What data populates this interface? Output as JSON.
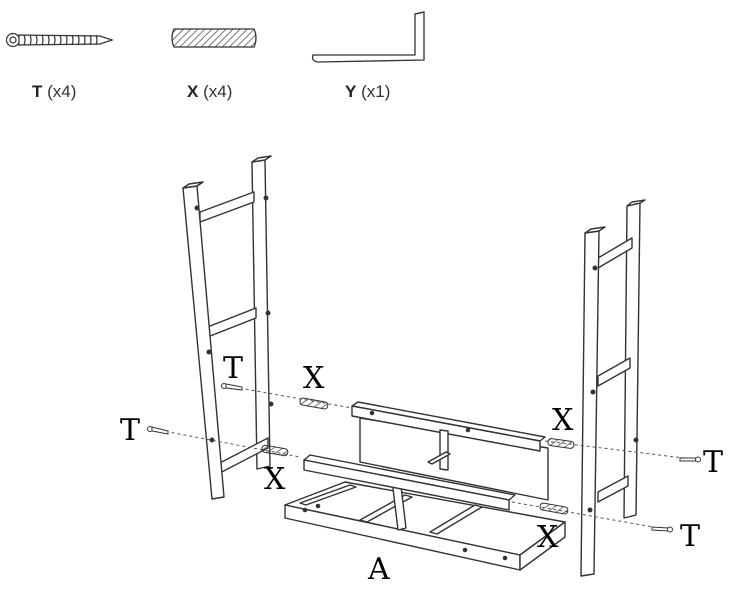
{
  "parts": [
    {
      "letter": "T",
      "qty": "(x4)",
      "icon": "screw-icon"
    },
    {
      "letter": "X",
      "qty": "(x4)",
      "icon": "dowel-icon"
    },
    {
      "letter": "Y",
      "qty": "(x1)",
      "icon": "allen-key-icon"
    }
  ],
  "callouts": {
    "t_left_upper": "T",
    "t_left_lower": "T",
    "x_left_upper": "X",
    "x_left_lower": "X",
    "x_right_upper": "X",
    "x_right_lower": "X",
    "t_right_upper": "T",
    "t_right_lower": "T",
    "a_label": "A"
  }
}
